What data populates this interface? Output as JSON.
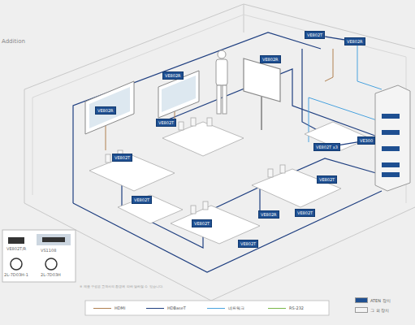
{
  "diagram": {
    "nodes": [
      {
        "text": [
          "VE802T"
        ]
      },
      {
        "text": [
          "VE802R"
        ]
      },
      {
        "text": [
          "VE802R"
        ]
      },
      {
        "text": [
          "VE802R"
        ]
      },
      {
        "text": [
          "VE802R"
        ]
      },
      {
        "text": [
          "VE802T"
        ]
      },
      {
        "text": [
          "VE802T"
        ]
      },
      {
        "text": [
          "VE802T x3"
        ]
      },
      {
        "text": [
          "VE300"
        ]
      },
      {
        "text": [
          "VE802T"
        ]
      },
      {
        "text": [
          "VE802T"
        ]
      },
      {
        "text": [
          "VE802R"
        ]
      },
      {
        "text": [
          "VE802T"
        ]
      },
      {
        "text": [
          "VE802T"
        ]
      },
      {
        "text": [
          "VE802T"
        ]
      }
    ],
    "edges": [
      {
        "from": 0,
        "to": 1,
        "arrow": "none"
      },
      {
        "from": 7,
        "to": 8,
        "arrow": "none"
      }
    ],
    "labels": [
      "Addition",
      "VE802T/R",
      "VS1108",
      "2L-7D03H-1",
      "2L-7D03H",
      "※ 제품 구성은 고객사의 환경에 따라 달라질 수 있습니다."
    ],
    "legend": [
      {
        "text": "HDMI"
      },
      {
        "text": "HDBaseT"
      },
      {
        "text": "네트워크"
      },
      {
        "text": "RS-232"
      },
      {
        "text": "ATEN 장치",
        "color": "#1e4f91"
      },
      {
        "text": "그 외 장치",
        "color": "#f4f4f4"
      }
    ]
  }
}
